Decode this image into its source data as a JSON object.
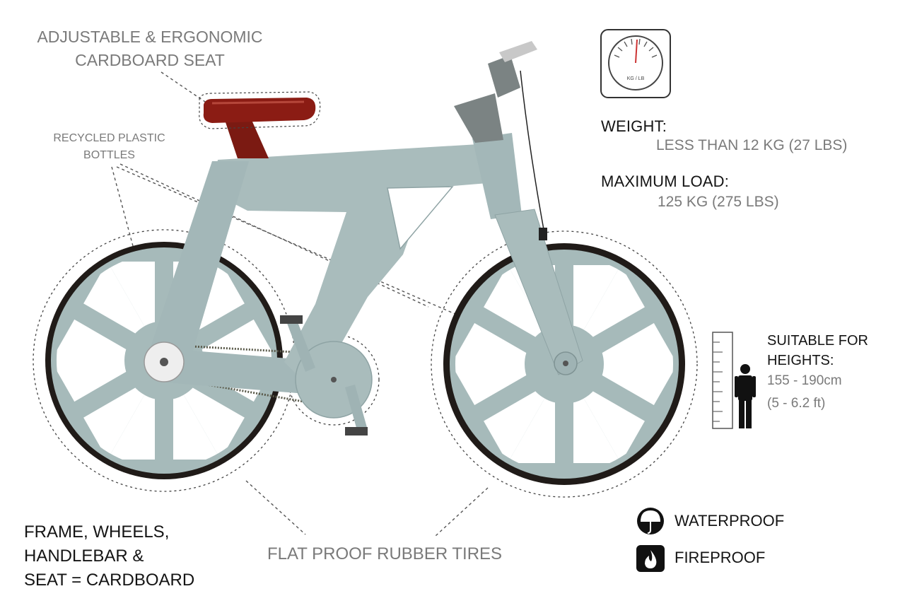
{
  "callouts": {
    "seat_line1": "ADJUSTABLE & ERGONOMIC",
    "seat_line2": "CARDBOARD SEAT",
    "bottles_line1": "RECYCLED PLASTIC",
    "bottles_line2": "BOTTLES",
    "tires": "FLAT PROOF RUBBER TIRES",
    "materials_line1": "FRAME, WHEELS,",
    "materials_line2": "HANDLEBAR &",
    "materials_line3": "SEAT = CARDBOARD"
  },
  "specs": {
    "weight_label": "WEIGHT:",
    "weight_value": "LESS THAN 12 KG (27 LBS)",
    "load_label": "MAXIMUM LOAD:",
    "load_value": "125 KG (275 LBS)",
    "scale_unit": "KG / LB",
    "height_label_line1": "SUITABLE FOR",
    "height_label_line2": "HEIGHTS:",
    "height_cm": "155 - 190cm",
    "height_ft": "(5 - 6.2 ft)"
  },
  "features": [
    {
      "label": "WATERPROOF",
      "icon": "umbrella-icon"
    },
    {
      "label": "FIREPROOF",
      "icon": "flame-icon"
    }
  ],
  "colors": {
    "cardboard": "#a9bcbc",
    "cardboard_shade": "#8ea3a4",
    "tire": "#1e1a18",
    "seat": "#8b1c14",
    "text_dark": "#141414",
    "text_light": "#7a7a7a"
  }
}
